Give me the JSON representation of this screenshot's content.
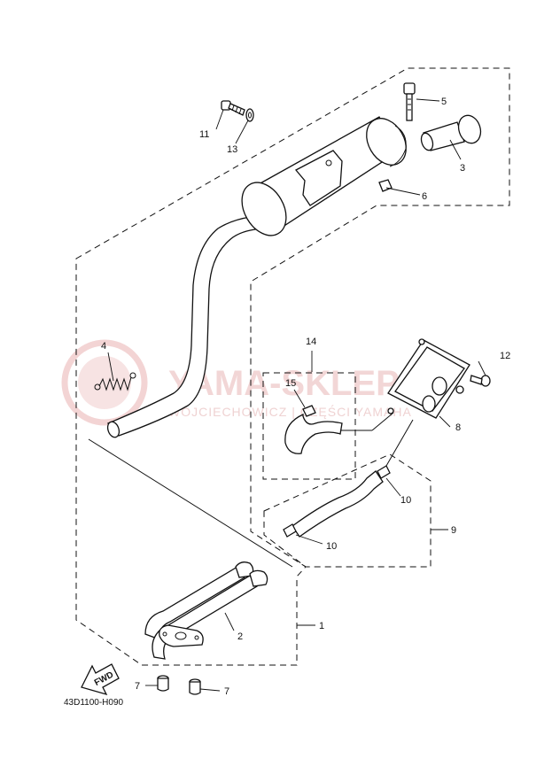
{
  "diagram": {
    "catalog_code": "43D1100-H090",
    "fwd_label": "FWD",
    "watermark": {
      "brand": "YAMA-SKLEP.pl",
      "tagline": "WOJCIECHOWICZ | CZĘŚCI YAMAHA"
    },
    "callouts": {
      "c1": "1",
      "c2": "2",
      "c3": "3",
      "c4": "4",
      "c5": "5",
      "c6": "6",
      "c7a": "7",
      "c7b": "7",
      "c8": "8",
      "c9": "9",
      "c10a": "10",
      "c10b": "10",
      "c11": "11",
      "c12": "12",
      "c13": "13",
      "c14": "14",
      "c15": "15"
    }
  }
}
